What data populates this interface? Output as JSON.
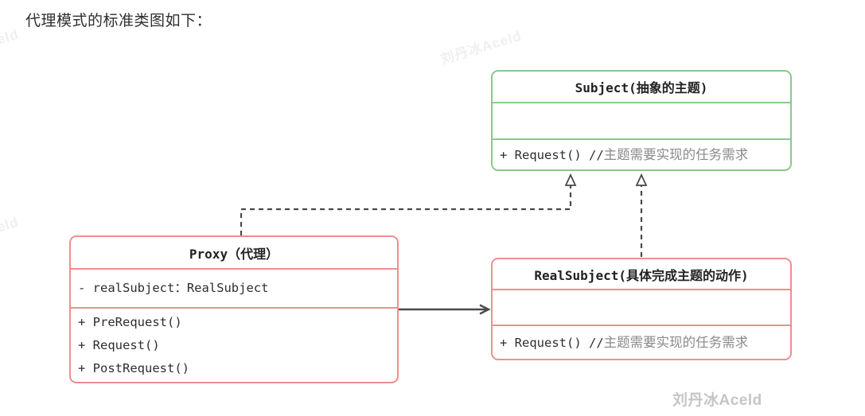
{
  "page": {
    "title": "代理模式的标准类图如下："
  },
  "colors": {
    "subject_border": "#8cc88c",
    "proxy_border": "#ef8e8e",
    "connector": "#4a4a4a",
    "code_text": "#2e2e2e",
    "comment_text": "#8a8a8a",
    "watermark_signature": "#c5c5c5",
    "watermark_faint": "#efefef"
  },
  "diagram": {
    "classes": [
      {
        "name": "Subject",
        "title": "Subject(抽象的主题)",
        "attributes": [],
        "methods": [
          {
            "code": "+ Request() //",
            "comment": "主题需要实现的任务需求"
          }
        ]
      },
      {
        "name": "Proxy",
        "title": "Proxy（代理）",
        "attributes": [
          "- realSubject：RealSubject"
        ],
        "methods": [
          {
            "code": "+ PreRequest()",
            "comment": ""
          },
          {
            "code": "+ Request()",
            "comment": ""
          },
          {
            "code": "+ PostRequest()",
            "comment": ""
          }
        ]
      },
      {
        "name": "RealSubject",
        "title": "RealSubject(具体完成主题的动作)",
        "attributes": [],
        "methods": [
          {
            "code": "+ Request() //",
            "comment": "主题需要实现的任务需求"
          }
        ]
      }
    ],
    "relations": [
      {
        "from": "Proxy",
        "to": "Subject",
        "type": "dashed realization, hollow triangle arrowhead"
      },
      {
        "from": "RealSubject",
        "to": "Subject",
        "type": "dashed realization, hollow triangle arrowhead"
      },
      {
        "from": "Proxy",
        "to": "RealSubject",
        "type": "solid association, open arrowhead"
      }
    ]
  },
  "watermarks": {
    "signature": "刘丹冰Aceld",
    "faint": "刘丹冰Aceld"
  }
}
